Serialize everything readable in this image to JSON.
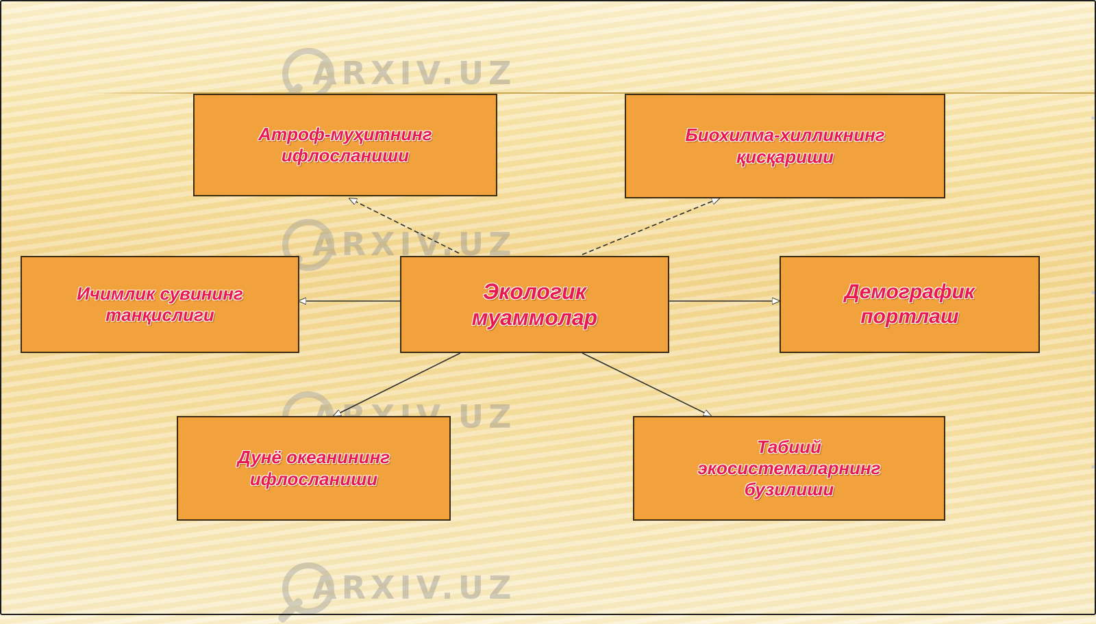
{
  "watermark": {
    "text": "ARXIV.UZ"
  },
  "center_node": {
    "label": "Экологик\nмуаммолар"
  },
  "nodes": [
    {
      "id": "atrof",
      "label": "Атроф-муҳитнинг\nифлосланиши"
    },
    {
      "id": "bio",
      "label": "Биохилма-хилликнинг\nқисқариши"
    },
    {
      "id": "ichimlik",
      "label": "Ичимлик сувининг\nтанқислиги"
    },
    {
      "id": "demografik",
      "label": "Демографик\nпортлаш"
    },
    {
      "id": "dunyo",
      "label": "Дунё океанининг\nифлосланиши"
    },
    {
      "id": "tabiiy",
      "label": "Табиий\nэкосистемаларнинг\nбузилиши"
    }
  ],
  "colors": {
    "box_fill": "#f2a23c",
    "box_text": "#e8194f",
    "box_border": "#3a2a12",
    "background": "#f5dfa2"
  }
}
